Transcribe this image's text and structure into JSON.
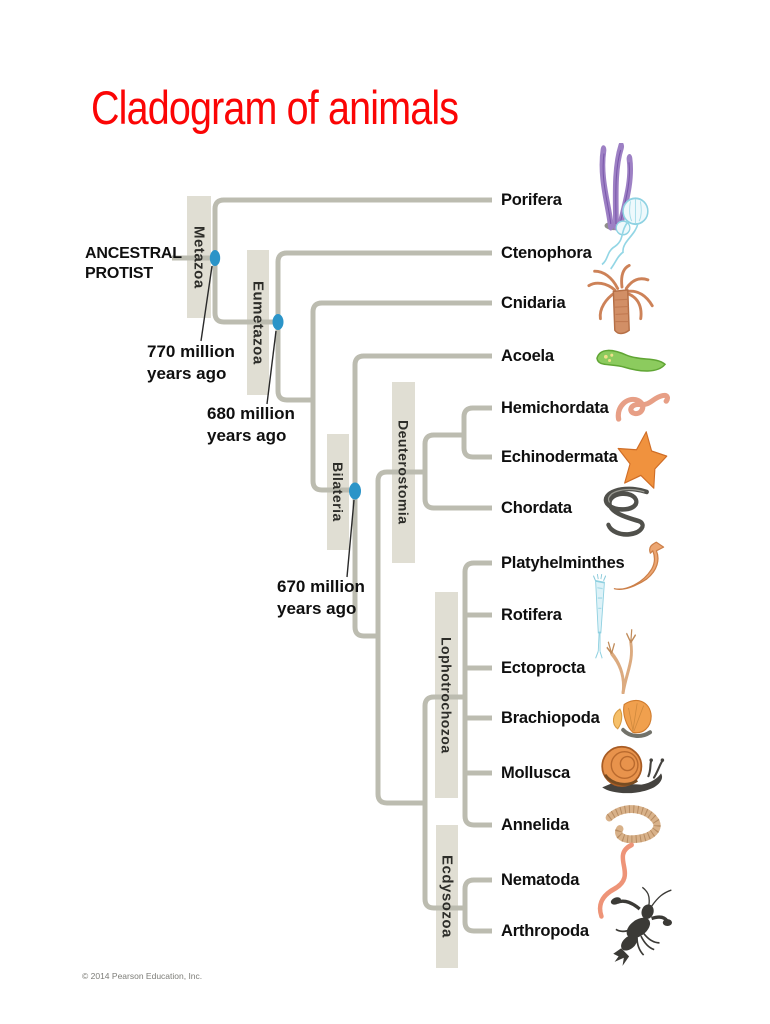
{
  "slide": {
    "title": "Cladogram of animals",
    "title_color": "#fb0505",
    "copyright": "© 2014 Pearson Education, Inc."
  },
  "tree": {
    "root_label_line1": "ANCESTRAL",
    "root_label_line2": "PROTIST",
    "node_annotations": [
      {
        "line1": "770 million",
        "line2": "years ago"
      },
      {
        "line1": "680 million",
        "line2": "years ago"
      },
      {
        "line1": "670 million",
        "line2": "years ago"
      }
    ],
    "clades": [
      {
        "label": "Metazoa"
      },
      {
        "label": "Eumetazoa"
      },
      {
        "label": "Bilateria"
      },
      {
        "label": "Deuterostomia"
      },
      {
        "label": "Lophotrochozoa"
      },
      {
        "label": "Ecdysozoa"
      }
    ],
    "taxa": [
      {
        "label": "Porifera",
        "icon": "sponge-icon"
      },
      {
        "label": "Ctenophora",
        "icon": "comb-jelly-icon"
      },
      {
        "label": "Cnidaria",
        "icon": "sea-anemone-icon"
      },
      {
        "label": "Acoela",
        "icon": "green-flatworm-icon"
      },
      {
        "label": "Hemichordata",
        "icon": "acorn-worm-icon"
      },
      {
        "label": "Echinodermata",
        "icon": "sea-star-icon"
      },
      {
        "label": "Chordata",
        "icon": "eel-icon"
      },
      {
        "label": "Platyhelminthes",
        "icon": "flatworm-icon"
      },
      {
        "label": "Rotifera",
        "icon": "rotifer-icon"
      },
      {
        "label": "Ectoprocta",
        "icon": "bryozoan-icon"
      },
      {
        "label": "Brachiopoda",
        "icon": "lamp-shell-icon"
      },
      {
        "label": "Mollusca",
        "icon": "snail-icon"
      },
      {
        "label": "Annelida",
        "icon": "segmented-worm-icon"
      },
      {
        "label": "Nematoda",
        "icon": "roundworm-icon"
      },
      {
        "label": "Arthropoda",
        "icon": "lobster-icon"
      }
    ],
    "colors": {
      "branch": "#bcbcb0",
      "clade_box": "#e0ded3",
      "node_dot": "#2b94c8",
      "label_text": "#0f0f0f"
    }
  }
}
